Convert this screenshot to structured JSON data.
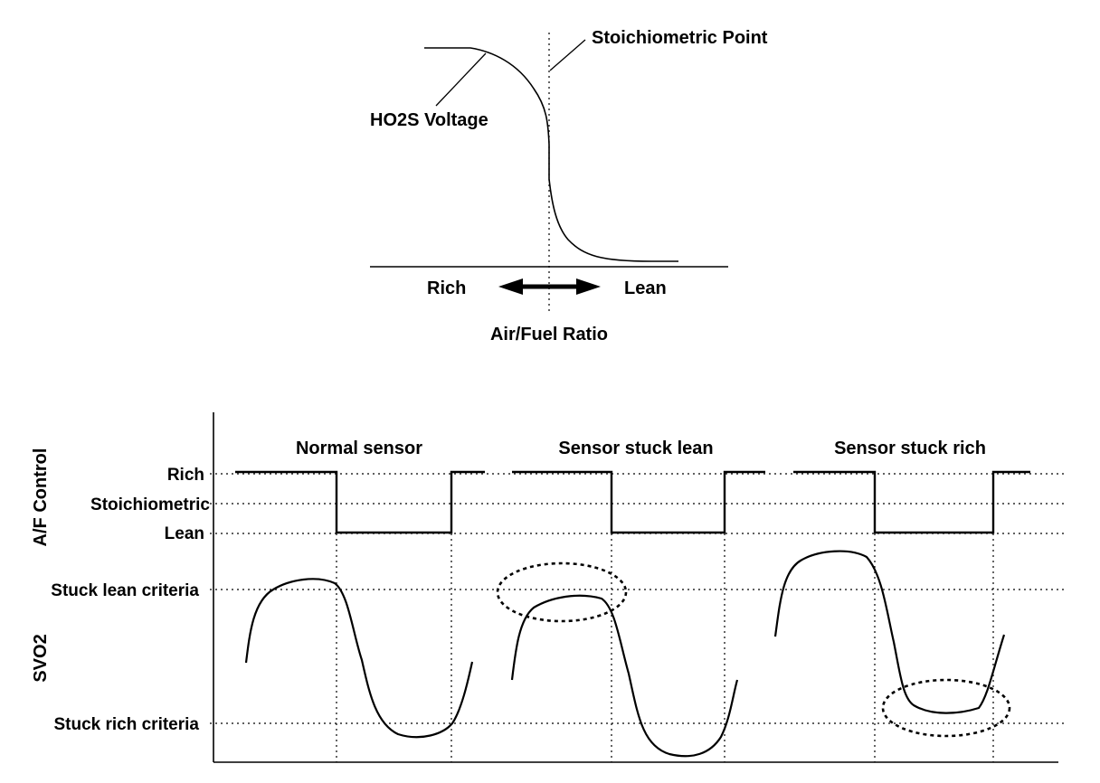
{
  "top_diagram": {
    "curve_label": "HO2S Voltage",
    "stoich_label": "Stoichiometric Point",
    "rich_label": "Rich",
    "lean_label": "Lean",
    "axis_label": "Air/Fuel Ratio"
  },
  "bottom_diagram": {
    "af_axis_title": "A/F Control",
    "svo2_axis_title": "SVO2",
    "levels": {
      "rich": "Rich",
      "stoichiometric": "Stoichiometric",
      "lean": "Lean",
      "stuck_lean_criteria": "Stuck lean criteria",
      "stuck_rich_criteria": "Stuck rich criteria"
    },
    "panels": [
      {
        "title": "Normal sensor"
      },
      {
        "title": "Sensor stuck lean"
      },
      {
        "title": "Sensor stuck rich"
      }
    ]
  }
}
